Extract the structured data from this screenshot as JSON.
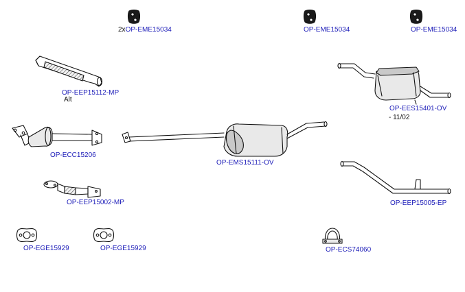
{
  "parts": [
    {
      "id": "hanger-1",
      "label": "OP-EME15034",
      "prefix": "2x",
      "note": ""
    },
    {
      "id": "hanger-2",
      "label": "OP-EME15034",
      "prefix": "",
      "note": ""
    },
    {
      "id": "hanger-3",
      "label": "OP-EME15034",
      "prefix": "",
      "note": ""
    },
    {
      "id": "front-pipe",
      "label": "OP-EEP15112-MP",
      "prefix": "",
      "note": "Alt"
    },
    {
      "id": "rear-silencer",
      "label": "OP-EES15401-OV",
      "prefix": "",
      "note": "- 11/02"
    },
    {
      "id": "catalyst",
      "label": "OP-ECC15206",
      "prefix": "",
      "note": ""
    },
    {
      "id": "middle-silencer",
      "label": "OP-EMS15111-OV",
      "prefix": "",
      "note": ""
    },
    {
      "id": "flex-pipe",
      "label": "OP-EEP15002-MP",
      "prefix": "",
      "note": ""
    },
    {
      "id": "tail-pipe",
      "label": "OP-EEP15005-EP",
      "prefix": "",
      "note": ""
    },
    {
      "id": "gasket-1",
      "label": "OP-EGE15929",
      "prefix": "",
      "note": ""
    },
    {
      "id": "gasket-2",
      "label": "OP-EGE15929",
      "prefix": "",
      "note": ""
    },
    {
      "id": "clamp",
      "label": "OP-ECS74060",
      "prefix": "",
      "note": ""
    }
  ],
  "colors": {
    "label": "#1c1cb8",
    "note": "#111111",
    "line": "#111111"
  }
}
